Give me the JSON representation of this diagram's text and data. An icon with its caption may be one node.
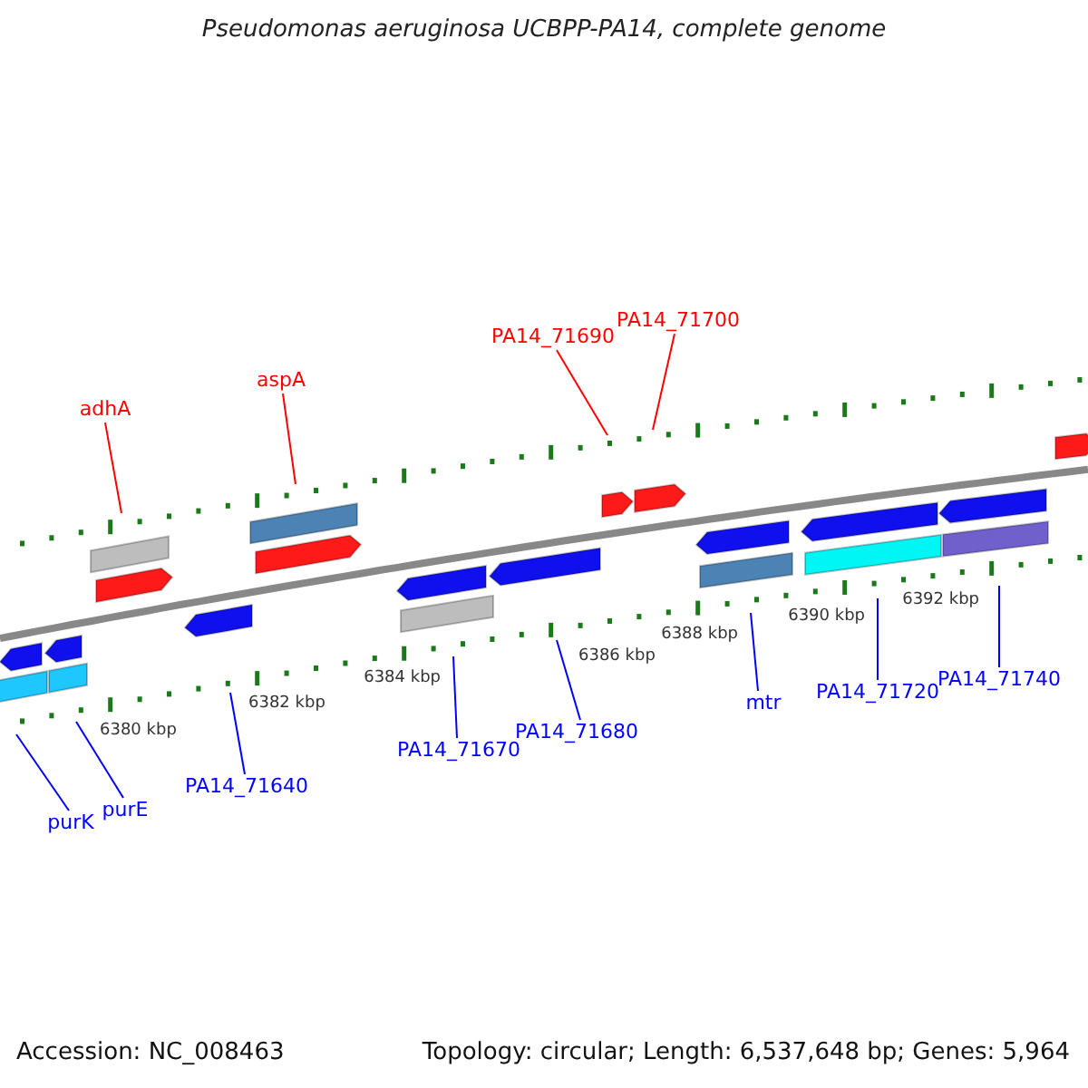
{
  "diagram": {
    "title": "Pseudomonas aeruginosa UCBPP-PA14, complete genome",
    "nodes": [
      {
        "text": [
          "PA14_71700"
        ]
      },
      {
        "text": [
          "PA14_71690"
        ]
      },
      {
        "text": [
          "aspA"
        ]
      },
      {
        "text": [
          "adhA"
        ]
      },
      {
        "text": [
          "PA14_71740"
        ]
      },
      {
        "text": [
          "PA14_71720"
        ]
      },
      {
        "text": [
          "mtr"
        ]
      },
      {
        "text": [
          "PA14_71680"
        ]
      },
      {
        "text": [
          "PA14_71670"
        ]
      },
      {
        "text": [
          "PA14_71640"
        ]
      },
      {
        "text": [
          "purE"
        ]
      },
      {
        "text": [
          "purK"
        ]
      }
    ],
    "edges": [
      {
        "from": 0,
        "to": null,
        "arrow": "none",
        "color": "#ff0000"
      },
      {
        "from": 1,
        "to": null,
        "arrow": "none",
        "color": "#ff0000"
      },
      {
        "from": 2,
        "to": null,
        "arrow": "none",
        "color": "#ff0000"
      },
      {
        "from": 3,
        "to": null,
        "arrow": "none",
        "color": "#ff0000"
      },
      {
        "from": 4,
        "to": null,
        "arrow": "none"
      },
      {
        "from": 5,
        "to": null,
        "arrow": "none"
      },
      {
        "from": 6,
        "to": null,
        "arrow": "none"
      },
      {
        "from": 7,
        "to": null,
        "arrow": "none"
      },
      {
        "from": 8,
        "to": null,
        "arrow": "none"
      },
      {
        "from": 9,
        "to": null,
        "arrow": "none"
      },
      {
        "from": 10,
        "to": null,
        "arrow": "none"
      },
      {
        "from": 11,
        "to": null,
        "arrow": "none"
      }
    ],
    "labels": [
      "6392 kbp",
      "6390 kbp",
      "6388 kbp",
      "6386 kbp",
      "6384 kbp",
      "6382 kbp",
      "6380 kbp",
      "Accession: NC_008463",
      "Topology: circular; Length: 6,537,648 bp; Genes: 5,964"
    ]
  }
}
